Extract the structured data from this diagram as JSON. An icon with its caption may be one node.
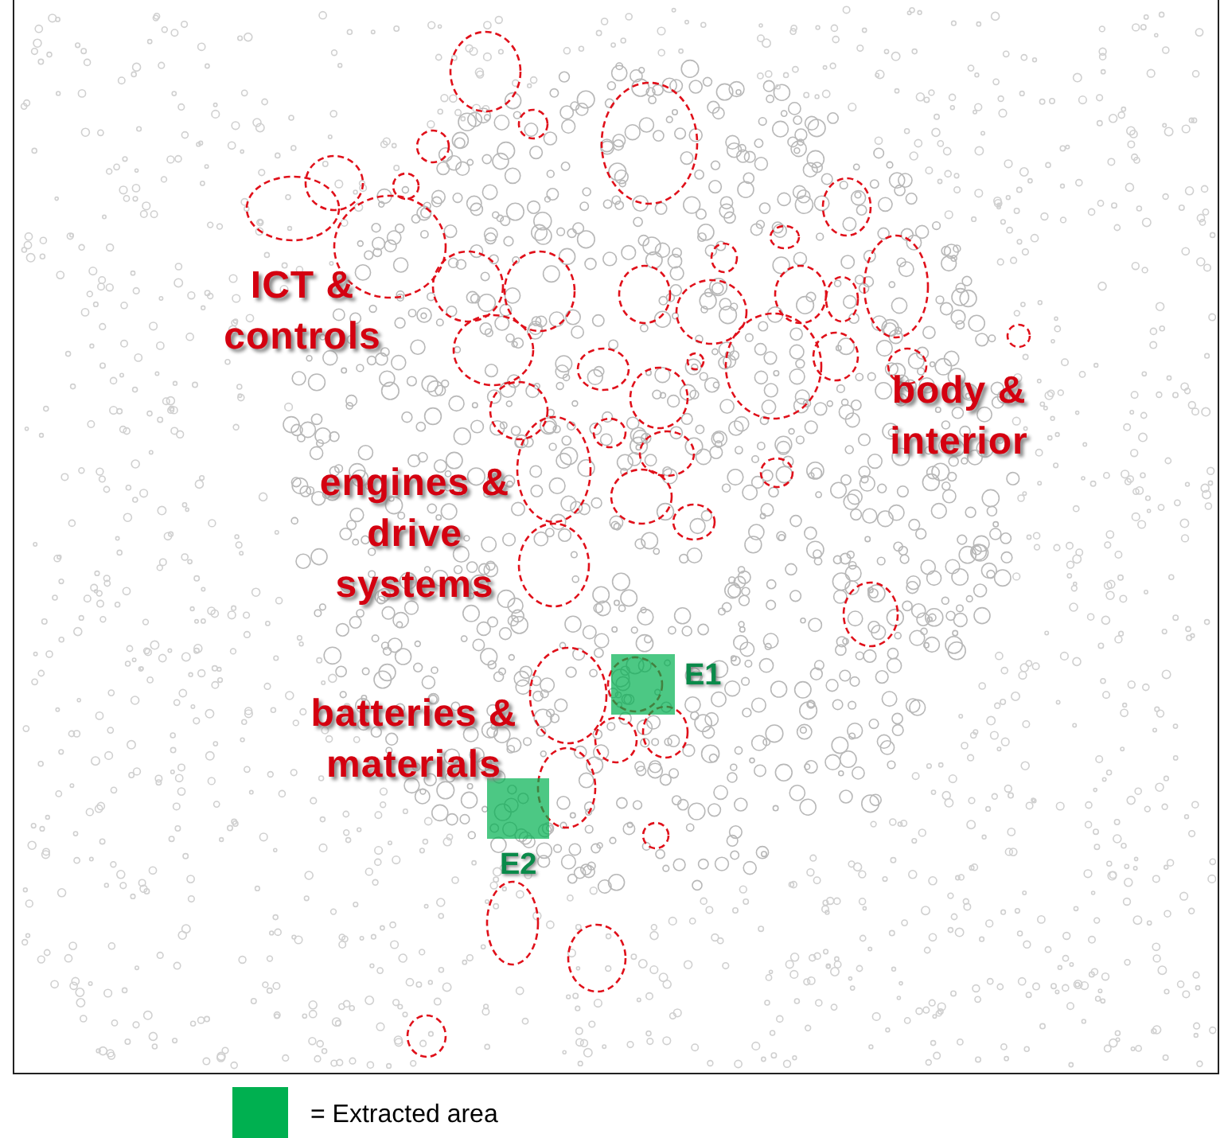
{
  "diagram": {
    "labels": [
      "ICT & controls",
      "body & interior",
      "engines & drive systems",
      "E1",
      "batteries & materials",
      "E2"
    ],
    "legend": [
      {
        "text": "= Extracted area",
        "color": "#00b050"
      }
    ]
  }
}
